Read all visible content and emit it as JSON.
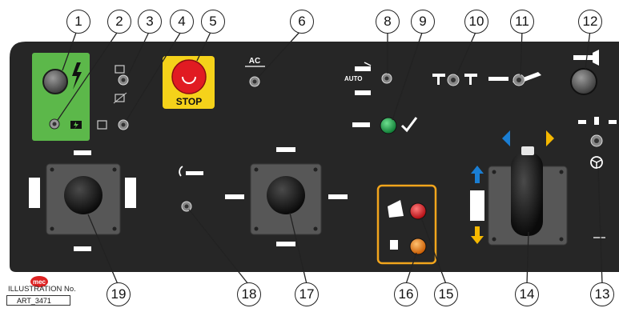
{
  "panel": {
    "stop_label": "STOP",
    "ac_label": "AC",
    "auto_label": "AUTO"
  },
  "callouts": {
    "c1": "1",
    "c2": "2",
    "c3": "3",
    "c4": "4",
    "c5": "5",
    "c6": "6",
    "c7": "8",
    "c8": "9",
    "c9": "10",
    "c10": "11",
    "c11": "12",
    "c12": "19",
    "c13": "18",
    "c14": "17",
    "c15": "16",
    "c16": "15",
    "c17": "14",
    "c18": "13"
  },
  "footer": {
    "logo_text": "mec",
    "illustration_label": "ILLUSTRATION No.",
    "illustration_number": "ART_3471"
  },
  "colors": {
    "panel": "#262626",
    "green_panel": "#5cb84a",
    "stop_yellow": "#f5d21a",
    "stop_red": "#e11b22",
    "indicator_green": "#1aa34a",
    "indicator_red": "#e2141c",
    "indicator_orange": "#f07a10",
    "frame_orange": "#f2a51c",
    "arrow_blue": "#1a7ed3",
    "arrow_yellow": "#f5b800"
  },
  "icons": [
    "lightning-icon",
    "battery-icon",
    "engine-icon",
    "horn-icon",
    "steering-wheel-icon",
    "checkmark-icon",
    "fuel-icon",
    "joystick-icon"
  ]
}
